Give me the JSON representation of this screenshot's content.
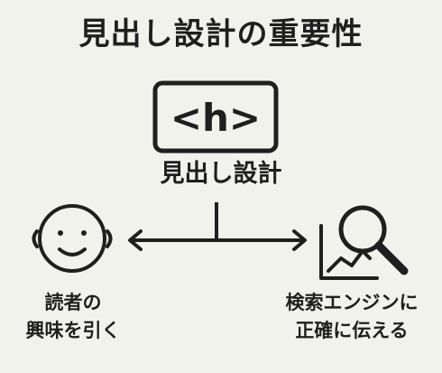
{
  "title": "見出し設計の重要性",
  "center": {
    "icon_text": "<h>",
    "label": "見出し設計"
  },
  "left": {
    "icon": "smiley-face-icon",
    "label_lines": [
      "読者の",
      "興味を引く"
    ]
  },
  "right": {
    "icon": "search-chart-icon",
    "label_lines": [
      "検索エンジンに",
      "正確に伝える"
    ]
  },
  "colors": {
    "background": "#f2f2ed",
    "ink": "#1f1f1f"
  }
}
